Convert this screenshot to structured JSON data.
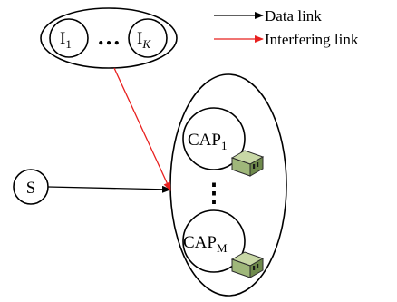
{
  "legend": {
    "data_link": "Data link",
    "interfering_link": "Interfering link"
  },
  "nodes": {
    "interferer_first": {
      "base": "I",
      "sub": "1"
    },
    "interferer_dots": "…",
    "interferer_last": {
      "base": "I",
      "sub": "K"
    },
    "source": "S",
    "cap_first": {
      "base": "CAP",
      "sub": "1"
    },
    "cap_dots": "⋮",
    "cap_last": {
      "base": "CAP",
      "sub": "M"
    }
  },
  "colors": {
    "data_link": "#000000",
    "interfering_link": "#e8201f",
    "device_body": "#9fb77a",
    "device_top": "#c8d8a6",
    "device_side": "#6f8a4c"
  },
  "icons": {
    "device": "wireless-access-point-icon"
  }
}
